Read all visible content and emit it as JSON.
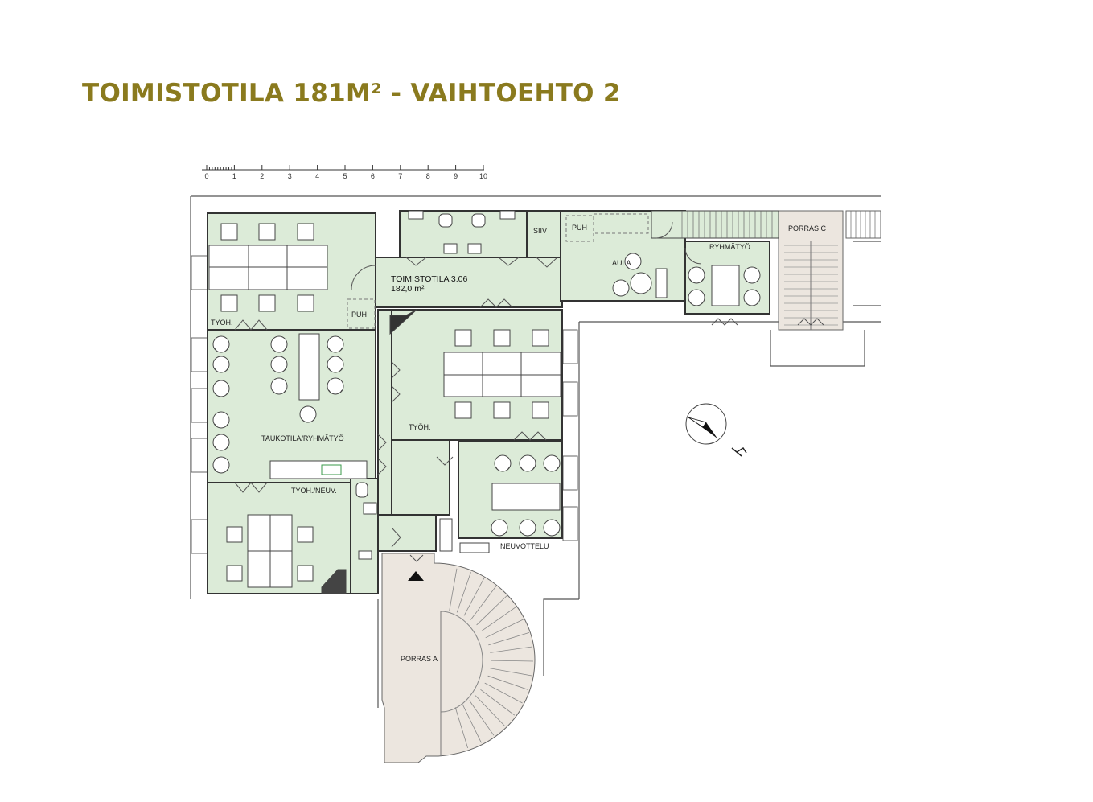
{
  "title": "TOIMISTOTILA 181M² - VAIHTOEHTO 2",
  "colors": {
    "title": "#8a7a1e",
    "room_fill": "#dcebd8",
    "stair_fill": "#ece6df",
    "wall": "#333333",
    "line": "#666666"
  },
  "scale_bar": {
    "ticks": [
      "0",
      "1",
      "2",
      "3",
      "4",
      "5",
      "6",
      "7",
      "8",
      "9",
      "10"
    ]
  },
  "rooms": {
    "toimistotila_name": "TOIMISTOTILA 3.06",
    "toimistotila_area": "182,0 m²",
    "tyoh_1": "TYÖH.",
    "tyoh_2": "TYÖH.",
    "taukotila": "TAUKOTILA/RYHMÄTYÖ",
    "tyoh_neuv": "TYÖH./NEUV.",
    "neuvottelu": "NEUVOTTELU",
    "aula": "AULA",
    "ryhmatyo": "RYHMÄTYÖ",
    "siiv": "SIIV",
    "puh_1": "PUH",
    "puh_2": "PUH",
    "porras_a": "PORRAS A",
    "porras_c": "PORRAS C"
  },
  "icons": {
    "north_arrow": "north-arrow-icon",
    "entrance": "entrance-triangle-icon"
  }
}
